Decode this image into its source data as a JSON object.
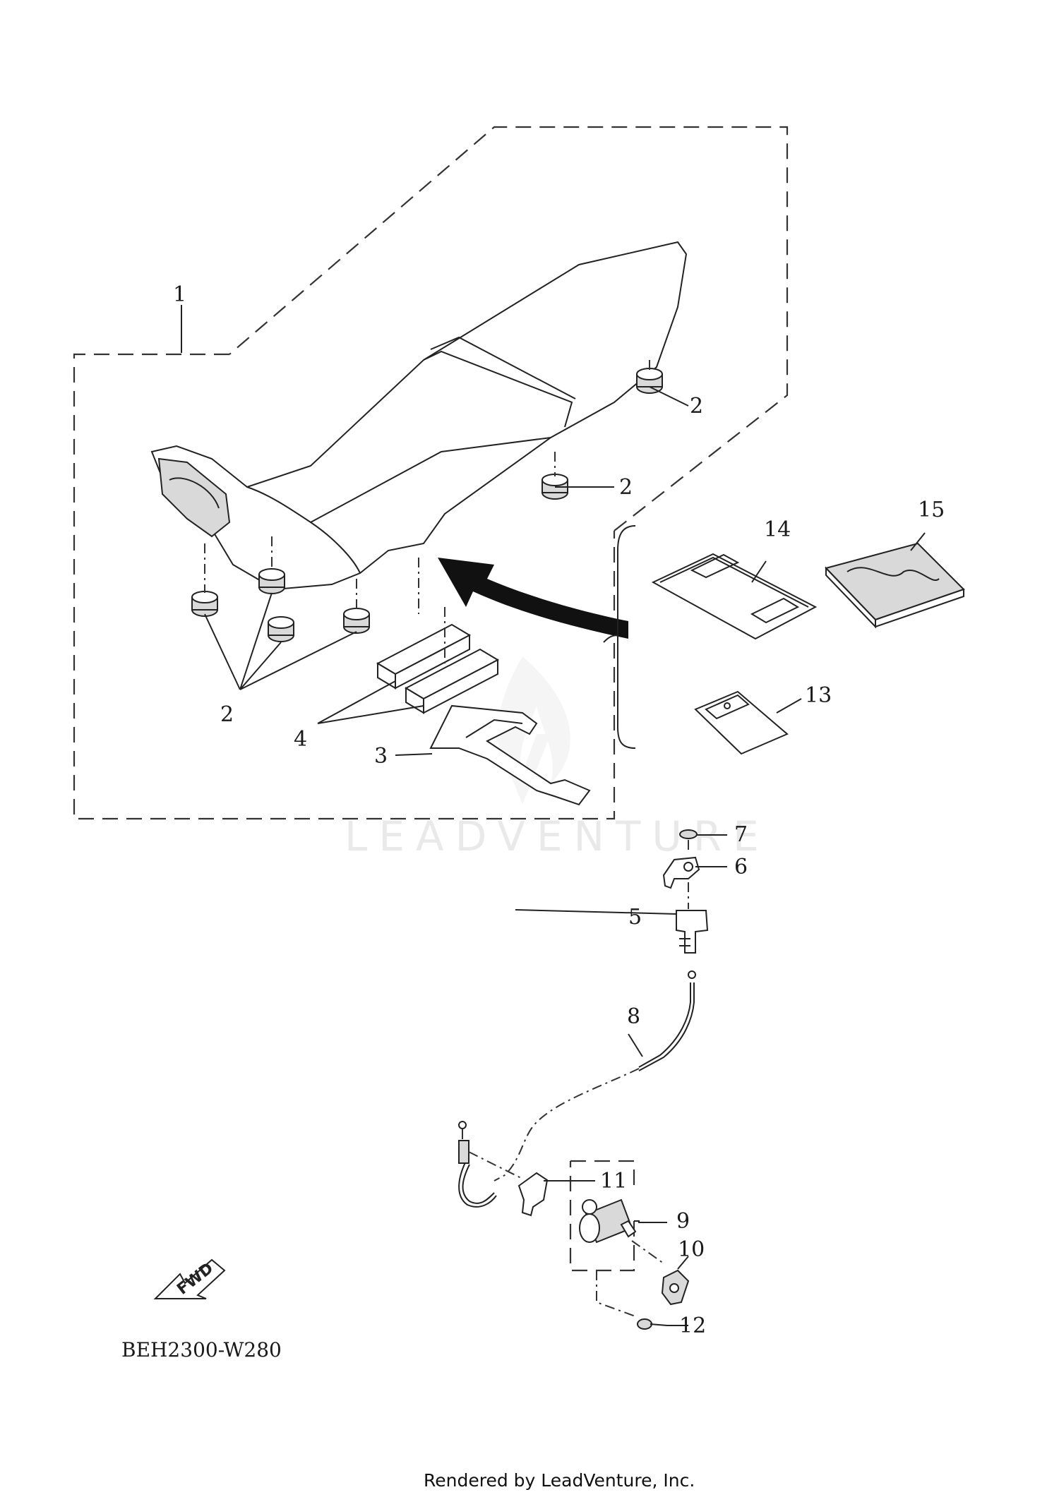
{
  "callouts": [
    {
      "id": "1",
      "label": "1"
    },
    {
      "id": "2a",
      "label": "2"
    },
    {
      "id": "2b",
      "label": "2"
    },
    {
      "id": "2c",
      "label": "2"
    },
    {
      "id": "3",
      "label": "3"
    },
    {
      "id": "4",
      "label": "4"
    },
    {
      "id": "5",
      "label": "5"
    },
    {
      "id": "6",
      "label": "6"
    },
    {
      "id": "7",
      "label": "7"
    },
    {
      "id": "8",
      "label": "8"
    },
    {
      "id": "9",
      "label": "9"
    },
    {
      "id": "10",
      "label": "10"
    },
    {
      "id": "11",
      "label": "11"
    },
    {
      "id": "12",
      "label": "12"
    },
    {
      "id": "13",
      "label": "13"
    },
    {
      "id": "14",
      "label": "14"
    },
    {
      "id": "15",
      "label": "15"
    }
  ],
  "fwd_badge": "FWD",
  "diagram_code": "BEH2300-W280",
  "watermark": "LEADVENTURE",
  "footer": "Rendered by LeadVenture, Inc.",
  "colors": {
    "line": "#222222",
    "watermark": "#e9e9e9",
    "arrow": "#111111"
  }
}
